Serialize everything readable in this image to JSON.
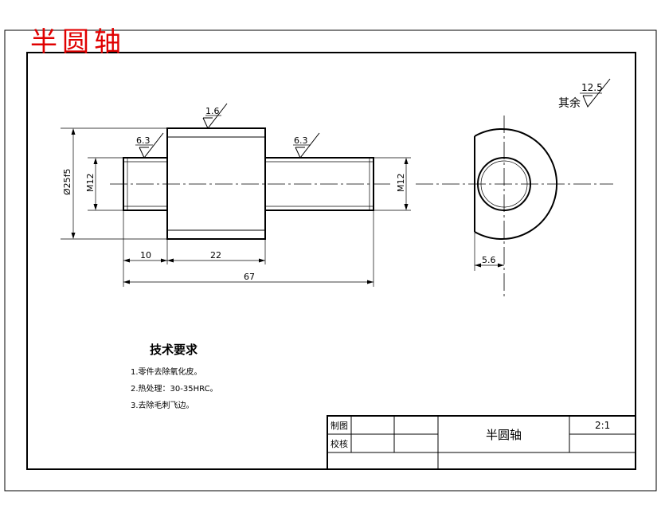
{
  "title_overlay": "半圆轴",
  "surface_finish": {
    "note_label": "其余",
    "rest_value": "12.5",
    "body_value": "1.6",
    "left_thread_value": "6.3",
    "right_thread_value": "6.3"
  },
  "dimensions": {
    "body_diameter": "Ø25f5",
    "left_thread": "M12",
    "right_thread": "M12",
    "left_length": "10",
    "body_length": "22",
    "total_length": "67",
    "flat_depth": "5.6"
  },
  "tech_requirements": {
    "heading": "技术要求",
    "items": [
      "1.零件去除氧化皮。",
      "2.热处理：30-35HRC。",
      "3.去除毛刺飞边。"
    ]
  },
  "title_block": {
    "drawn_label": "制图",
    "checked_label": "校核",
    "part_name": "半圆轴",
    "scale": "2:1"
  }
}
